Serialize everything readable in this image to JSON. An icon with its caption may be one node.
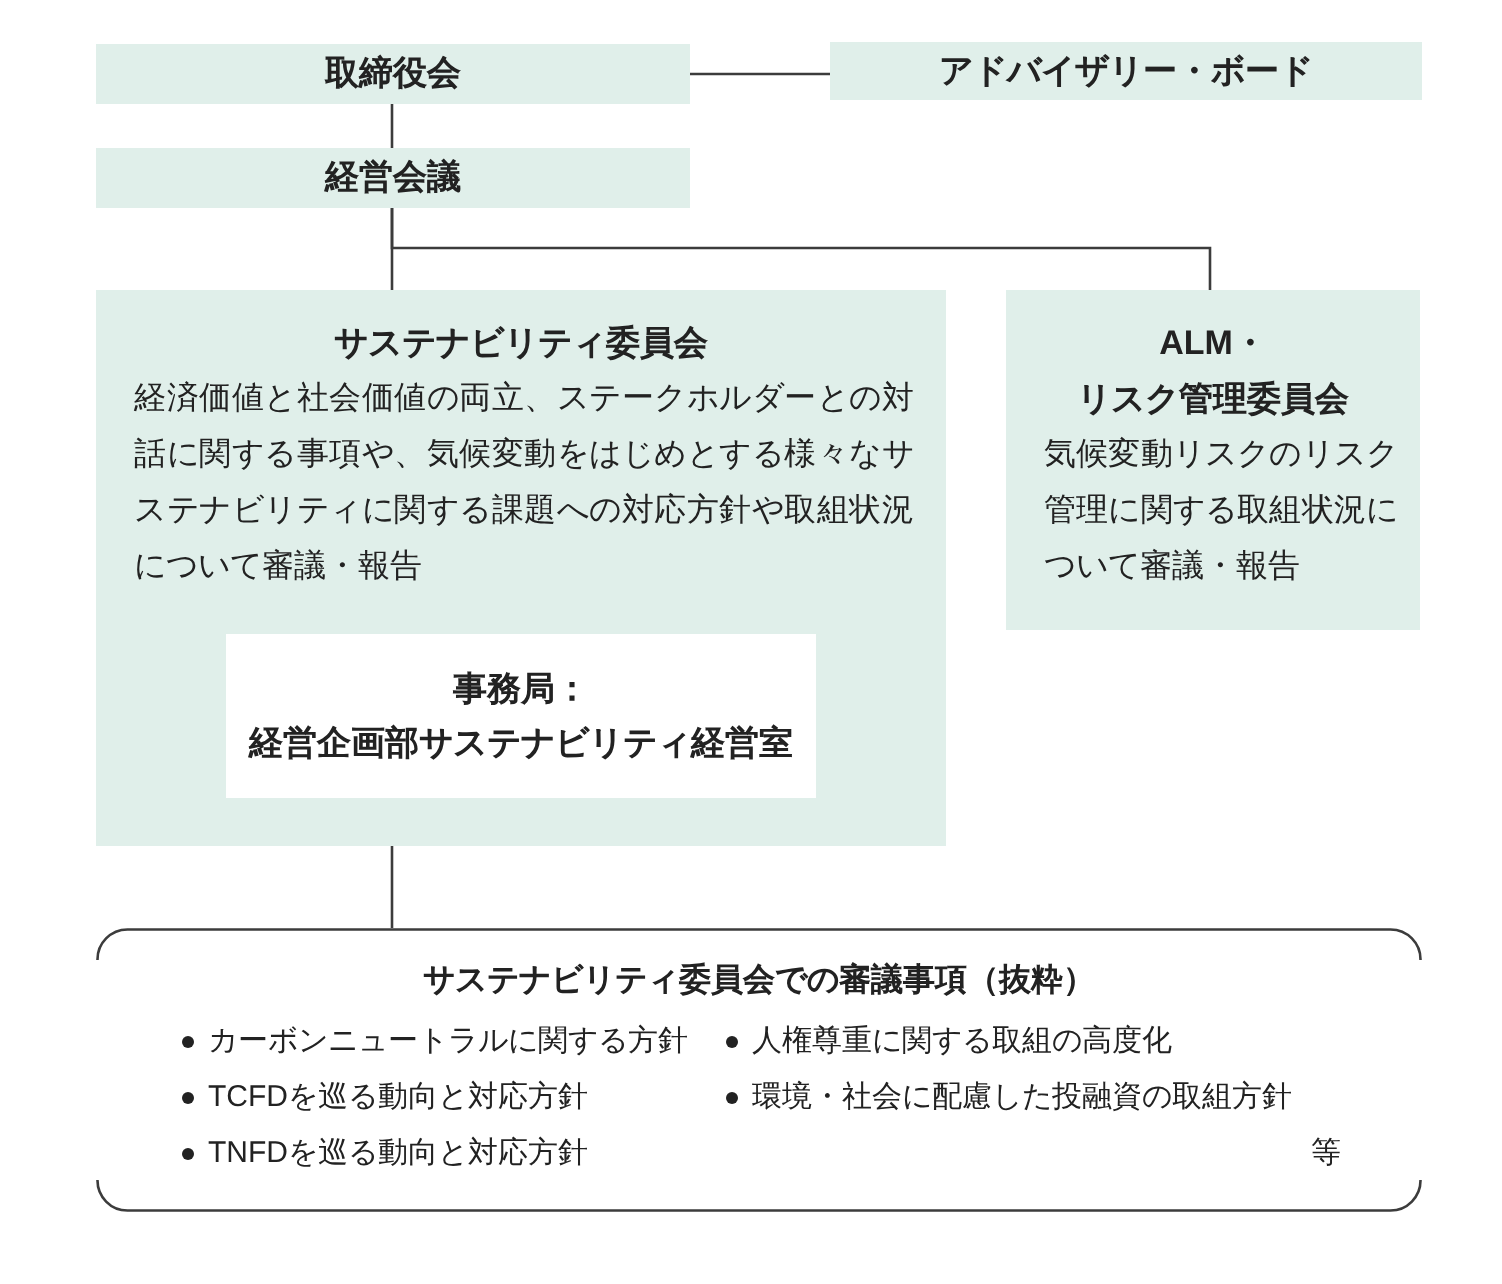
{
  "diagram": {
    "nodes": [
      {
        "text": [
          "取締役会"
        ]
      },
      {
        "text": [
          "アドバイザリー・ボード"
        ]
      },
      {
        "text": [
          "経営会議"
        ]
      },
      {
        "text": [
          "サステナビリティ委員会",
          "経済価値と社会価値の両立、ステークホルダーとの対話に関する事項や、気候変動をはじめとする様々なサステナビリティに関する課題への対応方針や取組状況について審議・報告"
        ]
      },
      {
        "text": [
          "事務局：経営企画部サステナビリティ経営室"
        ],
        "in": 3
      },
      {
        "text": [
          "ALM・リスク管理委員会",
          "気候変動リスクのリスク管理に関する取組状況について審議・報告"
        ]
      },
      {
        "text": [
          "サステナビリティ委員会での審議事項（抜粋）",
          "カーボンニュートラルに関する方針",
          "人権尊重に関する取組の高度化",
          "TCFDを巡る動向と対応方針",
          "環境・社会に配慮した投融資の取組方針",
          "TNFDを巡る動向と対応方針",
          "等"
        ]
      }
    ],
    "edges": [
      {
        "from": 0,
        "to": 1,
        "arrow": "none"
      },
      {
        "from": 0,
        "to": 2,
        "arrow": "none"
      },
      {
        "from": 2,
        "to": 3,
        "arrow": "none"
      },
      {
        "from": 2,
        "to": 5,
        "arrow": "none"
      },
      {
        "from": 3,
        "to": 6,
        "arrow": "none"
      }
    ]
  }
}
